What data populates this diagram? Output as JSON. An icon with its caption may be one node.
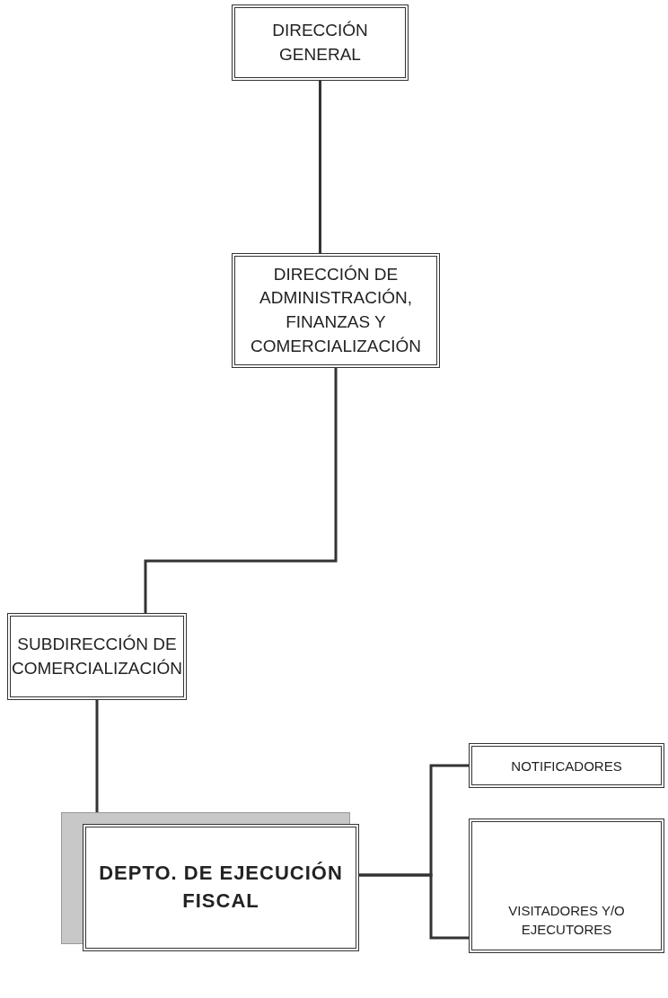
{
  "diagram": {
    "nodes": [
      {
        "text": [
          "DIRECCIÓN GENERAL"
        ]
      },
      {
        "text": [
          "DIRECCIÓN DE ADMINISTRACIÓN, FINANZAS Y COMERCIALIZACIÓN"
        ]
      },
      {
        "text": [
          "SUBDIRECCIÓN DE COMERCIALIZACIÓN"
        ]
      },
      {
        "text": [
          "DEPTO. DE EJECUCIÓN FISCAL"
        ]
      },
      {
        "text": [
          "NOTIFICADORES"
        ]
      },
      {
        "text": [
          "VISITADORES Y/O EJECUTORES"
        ]
      }
    ],
    "edges": [
      {
        "from": 0,
        "to": 1,
        "arrow": "none"
      },
      {
        "from": 1,
        "to": 2,
        "arrow": "none"
      },
      {
        "from": 2,
        "to": 3,
        "arrow": "none"
      },
      {
        "from": 3,
        "to": 4,
        "arrow": "none"
      },
      {
        "from": 3,
        "to": 5,
        "arrow": "none"
      }
    ]
  }
}
